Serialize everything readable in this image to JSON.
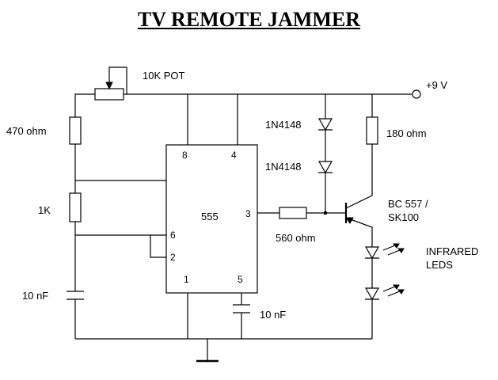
{
  "title": "TV REMOTE JAMMER",
  "labels": {
    "pot": "10K POT",
    "supply": "+9 V",
    "r470": "470 ohm",
    "r1k": "1K",
    "c10n_left": "10 nF",
    "c10n_bottom": "10 nF",
    "d1": "1N4148",
    "d2": "1N4148",
    "r180": "180 ohm",
    "r560": "560 ohm",
    "transistor_line1": "BC 557 /",
    "transistor_line2": "SK100",
    "leds_line1": "INFRARED",
    "leds_line2": "LEDS",
    "ic": "555"
  },
  "pins": {
    "p8": "8",
    "p4": "4",
    "p3": "3",
    "p6": "6",
    "p2": "2",
    "p1": "1",
    "p5": "5"
  }
}
